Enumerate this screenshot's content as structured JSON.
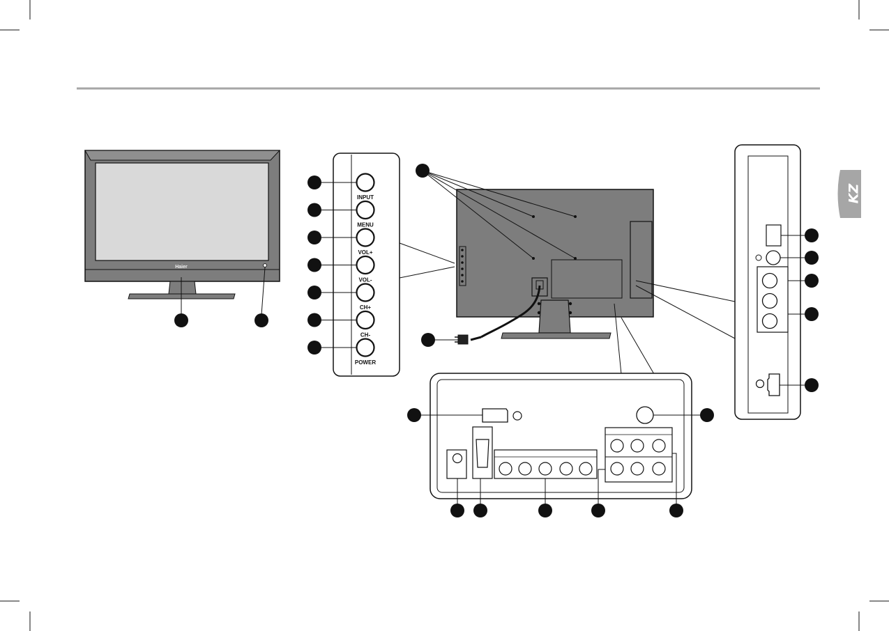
{
  "page": {
    "tab_label": "KZ"
  },
  "front_view": {
    "brand": "Haier"
  },
  "side_buttons": {
    "labels": [
      "INPUT",
      "MENU",
      "VOL+",
      "VOL-",
      "CH+",
      "CH-",
      "POWER"
    ]
  },
  "colors": {
    "callout": "#111111",
    "outline": "#111111",
    "panel_fill": "#7d7d7d",
    "screen_fill": "#d9d9d9",
    "tab_fill": "#a6a6a6",
    "rule": "#a6a6a6"
  }
}
